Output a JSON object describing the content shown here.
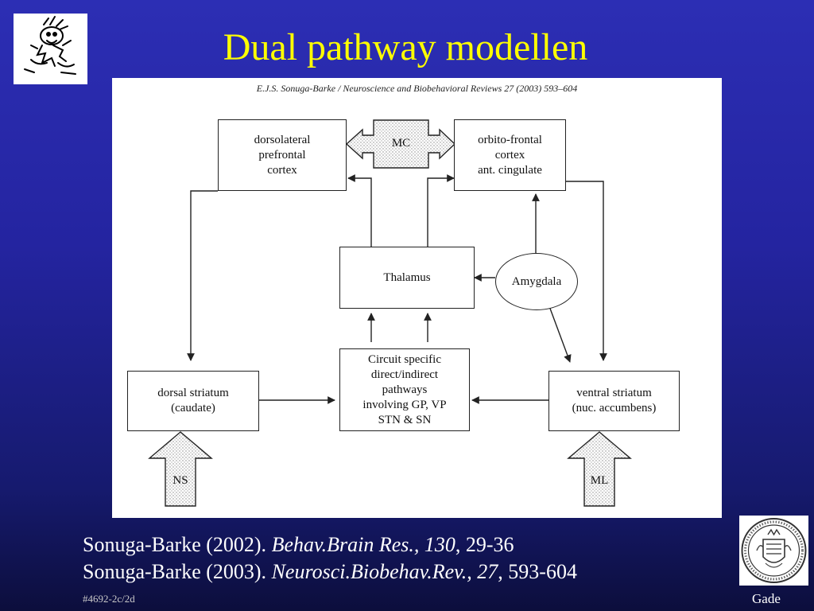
{
  "slide": {
    "title": "Dual pathway modellen",
    "slide_id": "#4692-2c/2d",
    "author": "Gade"
  },
  "logos": {
    "top_left": "calvin-cartoon-icon",
    "bottom_right": "university-seal-icon"
  },
  "figure": {
    "header": "E.J.S. Sonuga-Barke / Neuroscience and Biobehavioral Reviews 27 (2003) 593–604",
    "nodes": {
      "dlpfc": "dorsolateral\nprefrontal\ncortex",
      "mc": "MC",
      "ofc": "orbito-frontal\ncortex\nant. cingulate",
      "thalamus": "Thalamus",
      "amygdala": "Amygdala",
      "circuit": "Circuit specific\ndirect/indirect\npathways\ninvolving GP, VP\nSTN & SN",
      "dorsal_striatum": "dorsal striatum\n(caudate)",
      "ventral_striatum": "ventral striatum\n(nuc. accumbens)",
      "ns": "NS",
      "ml": "ML"
    }
  },
  "references": [
    {
      "plain": "Sonuga-Barke (2002). ",
      "italic": "Behav.Brain Res., 130",
      "tail": ", 29-36"
    },
    {
      "plain": "Sonuga-Barke (2003). ",
      "italic": "Neurosci.Biobehav.Rev., 27",
      "tail": ", 593-604"
    }
  ],
  "colors": {
    "title": "#ffff00",
    "background_top": "#2c2eb4",
    "background_bottom": "#0c0e3c",
    "reference_text": "#ffffff"
  }
}
